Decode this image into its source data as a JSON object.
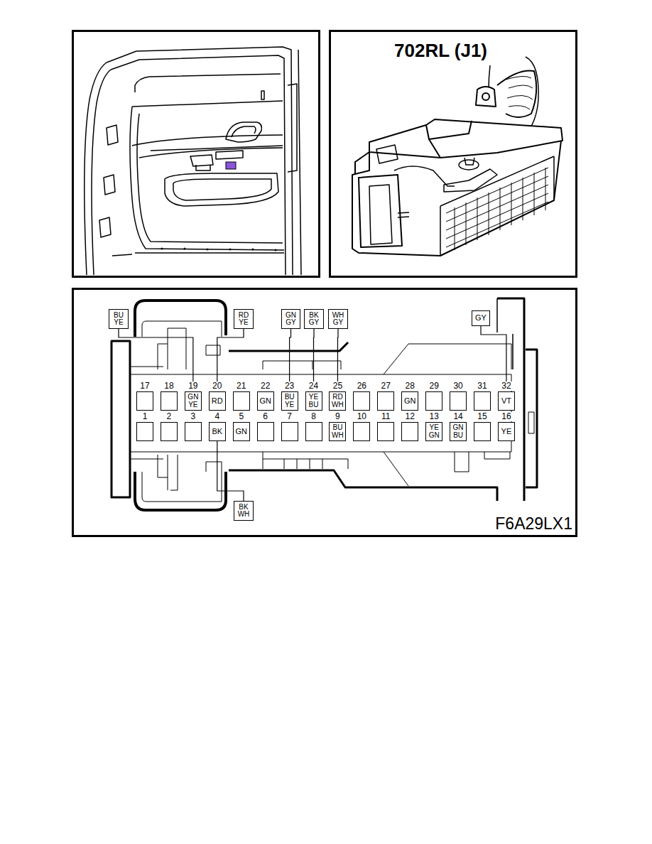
{
  "diagram": {
    "nodes": [
      {
        "text": [
          "702RL (J1)"
        ]
      },
      {
        "text": [
          "F6A29LX1"
        ]
      },
      {
        "text": [
          "BU YE"
        ],
        "in": 1
      },
      {
        "text": [
          "RD YE"
        ],
        "in": 1
      },
      {
        "text": [
          "GN GY"
        ],
        "in": 1
      },
      {
        "text": [
          "BK GY"
        ],
        "in": 1
      },
      {
        "text": [
          "WH GY"
        ],
        "in": 1
      },
      {
        "text": [
          "GY"
        ],
        "in": 1
      },
      {
        "text": [
          "17"
        ],
        "in": 1
      },
      {
        "text": [
          "18"
        ],
        "in": 1
      },
      {
        "text": [
          "19",
          "GN YE"
        ],
        "in": 1
      },
      {
        "text": [
          "20",
          "RD"
        ],
        "in": 1
      },
      {
        "text": [
          "21"
        ],
        "in": 1
      },
      {
        "text": [
          "22",
          "GN"
        ],
        "in": 1
      },
      {
        "text": [
          "23",
          "BU YE"
        ],
        "in": 1
      },
      {
        "text": [
          "24",
          "YE BU"
        ],
        "in": 1
      },
      {
        "text": [
          "25",
          "RD WH"
        ],
        "in": 1
      },
      {
        "text": [
          "26"
        ],
        "in": 1
      },
      {
        "text": [
          "27"
        ],
        "in": 1
      },
      {
        "text": [
          "28",
          "GN"
        ],
        "in": 1
      },
      {
        "text": [
          "29"
        ],
        "in": 1
      },
      {
        "text": [
          "30"
        ],
        "in": 1
      },
      {
        "text": [
          "31"
        ],
        "in": 1
      },
      {
        "text": [
          "32",
          "VT"
        ],
        "in": 1
      },
      {
        "text": [
          "1"
        ],
        "in": 1
      },
      {
        "text": [
          "2"
        ],
        "in": 1
      },
      {
        "text": [
          "3"
        ],
        "in": 1
      },
      {
        "text": [
          "4",
          "BK"
        ],
        "in": 1
      },
      {
        "text": [
          "5",
          "GN"
        ],
        "in": 1
      },
      {
        "text": [
          "6"
        ],
        "in": 1
      },
      {
        "text": [
          "7"
        ],
        "in": 1
      },
      {
        "text": [
          "8"
        ],
        "in": 1
      },
      {
        "text": [
          "9",
          "BU WH"
        ],
        "in": 1
      },
      {
        "text": [
          "10"
        ],
        "in": 1
      },
      {
        "text": [
          "11"
        ],
        "in": 1
      },
      {
        "text": [
          "12"
        ],
        "in": 1
      },
      {
        "text": [
          "13",
          "YE GN"
        ],
        "in": 1
      },
      {
        "text": [
          "14",
          "GN BU"
        ],
        "in": 1
      },
      {
        "text": [
          "15"
        ],
        "in": 1
      },
      {
        "text": [
          "16",
          "YE"
        ],
        "in": 1
      },
      {
        "text": [
          "BK WH"
        ],
        "in": 1
      }
    ],
    "edges": [
      {
        "from": 2,
        "to": 10,
        "arrow": "none"
      },
      {
        "from": 3,
        "to": 11,
        "arrow": "none"
      },
      {
        "from": 4,
        "to": 14,
        "arrow": "none"
      },
      {
        "from": 5,
        "to": 15,
        "arrow": "none"
      },
      {
        "from": 6,
        "to": 16,
        "arrow": "none"
      },
      {
        "from": 7,
        "to": 23,
        "arrow": "none"
      },
      {
        "from": 40,
        "to": 27,
        "arrow": "none"
      }
    ]
  }
}
